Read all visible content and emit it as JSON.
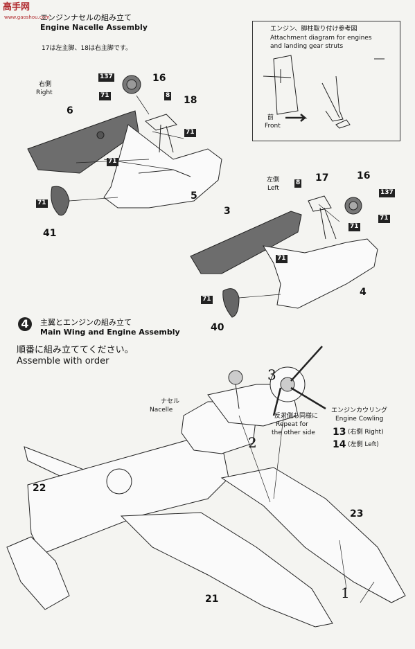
{
  "watermark": {
    "logo_text": "高手网",
    "url": "www.gaoshou.com"
  },
  "step3": {
    "title_jp": "エンジンナセルの組み立て",
    "title_en": "Engine Nacelle Assembly",
    "note_jp": "17は左主脚、18は右主脚です。",
    "right_label_jp": "右側",
    "right_label_en": "Right",
    "left_label_jp": "左側",
    "left_label_en": "Left"
  },
  "inset": {
    "title_jp": "エンジン、脚柱取り付け参考図",
    "title_en_line1": "Attachment diagram for engines",
    "title_en_line2": "and landing gear struts",
    "front_jp": "前",
    "front_en": "Front"
  },
  "step4": {
    "number": "4",
    "title_jp": "主翼とエンジンの組み立て",
    "title_en": "Main Wing and Engine Assembly",
    "order_jp": "順番に組み立ててください。",
    "order_en": "Assemble with order",
    "nacelle_jp": "ナセル",
    "nacelle_en": "Nacelle",
    "repeat_jp": "反対側も同様に",
    "repeat_en_line1": "Repeat for",
    "repeat_en_line2": "the other side",
    "cowling_jp": "エンジンカウリング",
    "cowling_en": "Engine Cowling",
    "cowl_right_num": "13",
    "cowl_right_label": "(右側 Right)",
    "cowl_left_num": "14",
    "cowl_left_label": "(左側 Left)"
  },
  "parts": {
    "p16a": "16",
    "p18": "18",
    "p6": "6",
    "p5": "5",
    "p41": "41",
    "p17": "17",
    "p16b": "16",
    "p3": "3",
    "p4": "4",
    "p40": "40",
    "p22": "22",
    "p23": "23",
    "p21": "21"
  },
  "badges": {
    "b137": "137",
    "b71": "71",
    "b8": "8"
  },
  "order_steps": {
    "s1": "1",
    "s2": "2",
    "s3": "3"
  },
  "colors": {
    "paint_gray": "#6d6d6d",
    "line": "#222222",
    "background": "#f4f4f1"
  }
}
